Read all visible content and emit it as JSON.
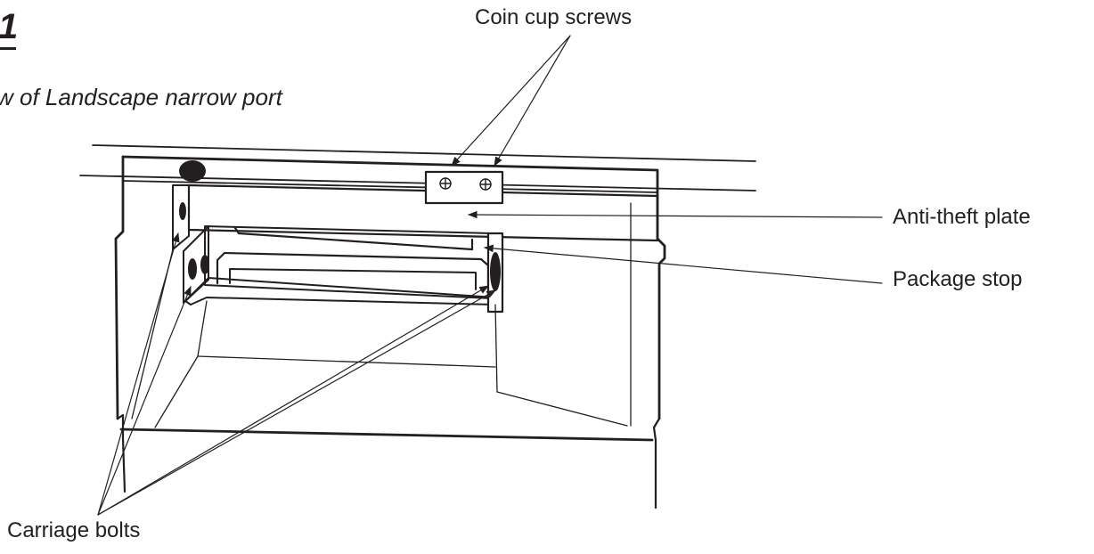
{
  "figure": {
    "number": "1",
    "caption": "w of Landscape narrow port"
  },
  "labels": {
    "coin_cup_screws": "Coin cup screws",
    "anti_theft_plate": "Anti-theft plate",
    "package_stop": "Package stop",
    "carriage_bolts": "Carriage bolts"
  },
  "colors": {
    "ink": "#231f20",
    "background": "#ffffff"
  }
}
